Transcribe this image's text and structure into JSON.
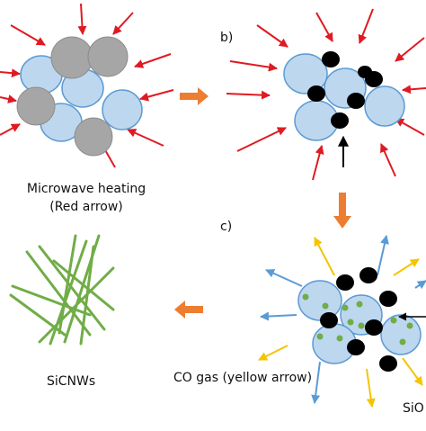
{
  "panels": {
    "b": {
      "label": "b)"
    },
    "c": {
      "label": "c)"
    }
  },
  "captions": {
    "microwave_line1": "Microwave heating",
    "microwave_line2": "(Red arrow)",
    "sicnws": "SiCNWs",
    "co_gas": "CO gas (yellow arrow)",
    "sio": "SiO"
  },
  "colors": {
    "red_arrow": "#e01a22",
    "orange_arrow": "#ed7d31",
    "yellow_arrow": "#f5c400",
    "blue_arrow": "#5b9bd5",
    "light_blue_particle": "#bdd7ee",
    "particle_edge": "#5b9bd5",
    "gray_particle": "#a6a6a6",
    "black_particle": "#000000",
    "green_dot": "#70ad47",
    "nanowire_green": "#70ad47"
  }
}
